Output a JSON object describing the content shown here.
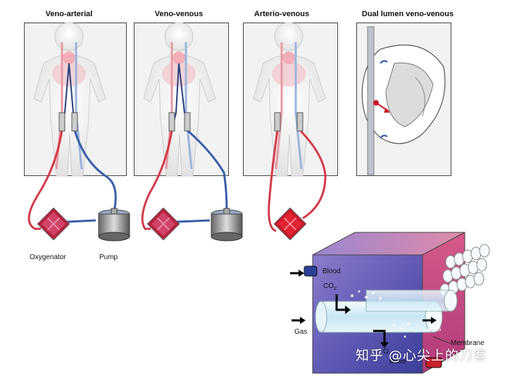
{
  "panels": [
    {
      "title": "Veno-arterial"
    },
    {
      "title": "Veno-venous"
    },
    {
      "title": "Arterio-venous"
    },
    {
      "title": "Dual lumen veno-venous"
    }
  ],
  "labels": {
    "oxygenator": "Oxygenator",
    "pump": "Pump"
  },
  "membrane_diagram": {
    "blood_top": "Blood",
    "co2_main": "CO",
    "co2_sub": "2",
    "gas_left": "Gas",
    "gas_right": "Gas",
    "membrane": "Membrane",
    "o2_partial": "O",
    "blood_bottom": "Blood"
  },
  "watermark": "知乎 @心尖上的刀客",
  "colors": {
    "oxygenated": "#d23a4a",
    "deoxygenated": "#3a5fa8",
    "oxygenator_fill": "#b8203c",
    "box_front": "#7a5ab8",
    "box_top": "#c77ab0"
  }
}
